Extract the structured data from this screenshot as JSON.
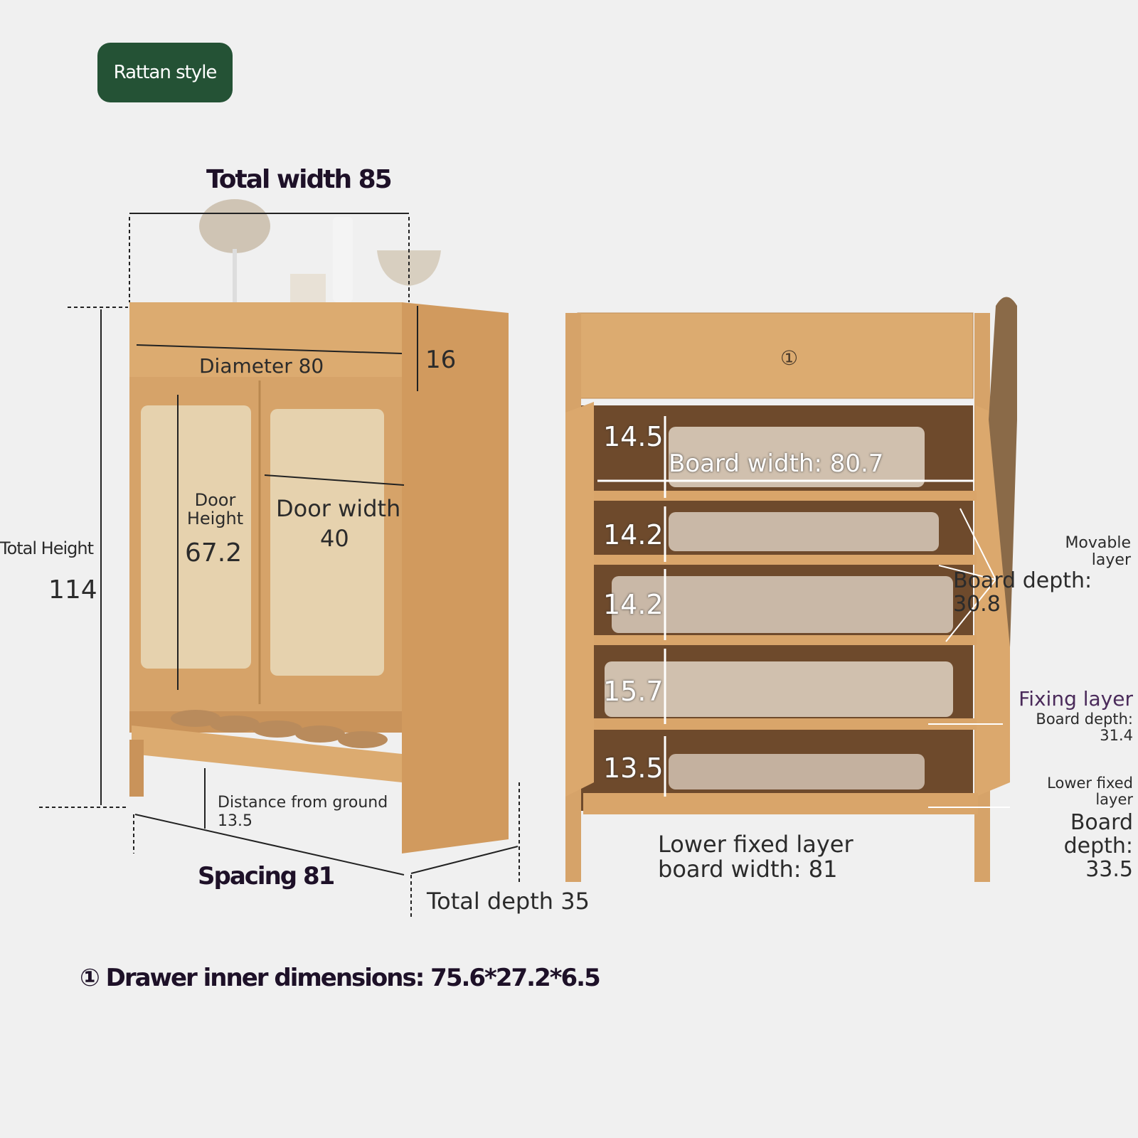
{
  "badge": "Rattan style",
  "left": {
    "total_width": "Total width 85",
    "diameter": "Diameter 80",
    "drawer_height": "16",
    "door_height_label": "Door Height",
    "door_height_value": "67.2",
    "door_width_label": "Door width",
    "door_width_value": "40",
    "total_height_label": "Total Height",
    "total_height_value": "114",
    "distance_label": "Distance from ground",
    "distance_value": "13.5",
    "spacing": "Spacing 81",
    "total_depth": "Total depth 35"
  },
  "right": {
    "drawer_marker": "①",
    "shelf_heights": [
      "14.5",
      "14.2",
      "14.2",
      "15.7",
      "13.5"
    ],
    "board_width": "Board width:  80.7",
    "movable_label": "Movable layer",
    "movable_depth": "Board depth: 30.8",
    "fixing_label": "Fixing layer",
    "fixing_depth": "Board depth: 31.4",
    "lower_label": "Lower fixed layer",
    "lower_depth": "Board depth: 33.5",
    "lower_width": "Lower fixed layer board width: 81"
  },
  "footnote": "① Drawer inner dimensions: 75.6*27.2*6.5",
  "colors": {
    "badge": "#245235",
    "wood": "#d9a56a",
    "rattan": "#e6d2ae",
    "heading": "#1e1128",
    "fixing": "#4a2a5a"
  }
}
